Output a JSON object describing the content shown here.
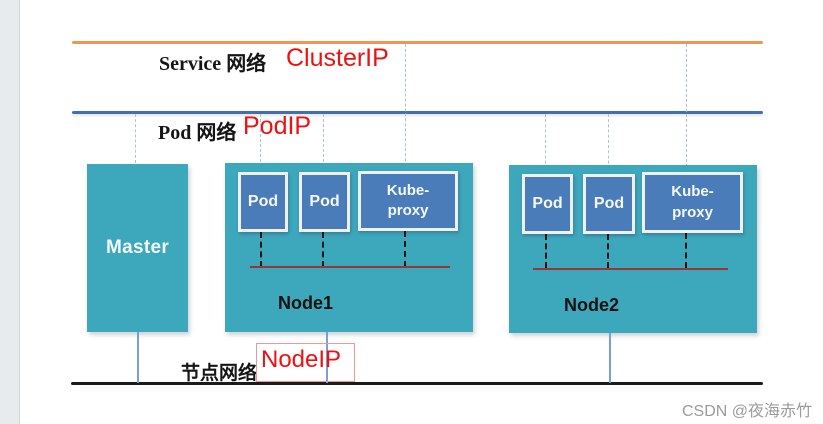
{
  "colors": {
    "service_line": "#E79B52",
    "pod_line": "#4171AC",
    "node_line": "#1B1B1B",
    "node_fill": "#3DA7BC",
    "pod_fill": "#4A7CB9",
    "annotation_red": "#EE1111",
    "node_bus_red": "#953735",
    "dashed_connector_blue": "#A9C2DD",
    "watermark_gray": "#9B9B9B"
  },
  "networks": {
    "service": {
      "label": "Service 网络",
      "annotation": "ClusterIP"
    },
    "pod": {
      "label": "Pod 网络",
      "annotation": "PodIP"
    },
    "node": {
      "label": "节点网络",
      "annotation": "NodeIP"
    }
  },
  "master": {
    "label": "Master"
  },
  "nodes": [
    {
      "label": "Node1",
      "pods": [
        "Pod",
        "Pod"
      ],
      "proxy": "Kube-proxy"
    },
    {
      "label": "Node2",
      "pods": [
        "Pod",
        "Pod"
      ],
      "proxy": "Kube-proxy"
    }
  ],
  "watermark": "CSDN @夜海赤竹"
}
